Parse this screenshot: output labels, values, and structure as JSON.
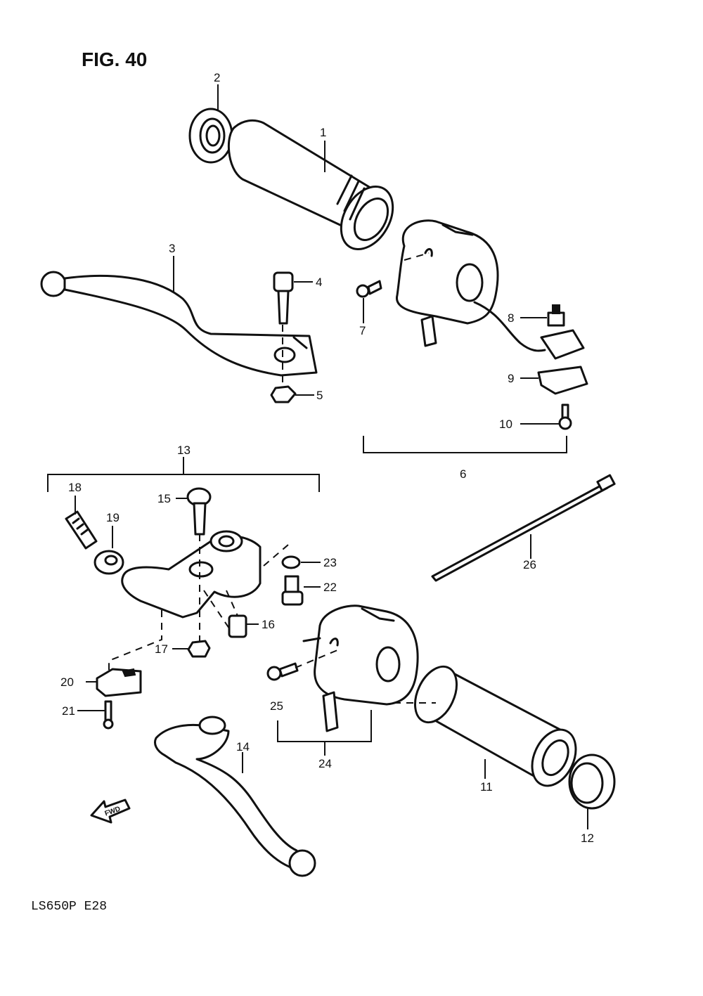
{
  "figure": {
    "title": "FIG. 40",
    "model_code": "LS650P  E28",
    "fwd_label": "FWD"
  },
  "callouts": [
    "1",
    "2",
    "3",
    "4",
    "5",
    "6",
    "7",
    "8",
    "9",
    "10",
    "11",
    "12",
    "13",
    "14",
    "15",
    "16",
    "17",
    "18",
    "19",
    "20",
    "21",
    "22",
    "23",
    "24",
    "25",
    "26"
  ]
}
